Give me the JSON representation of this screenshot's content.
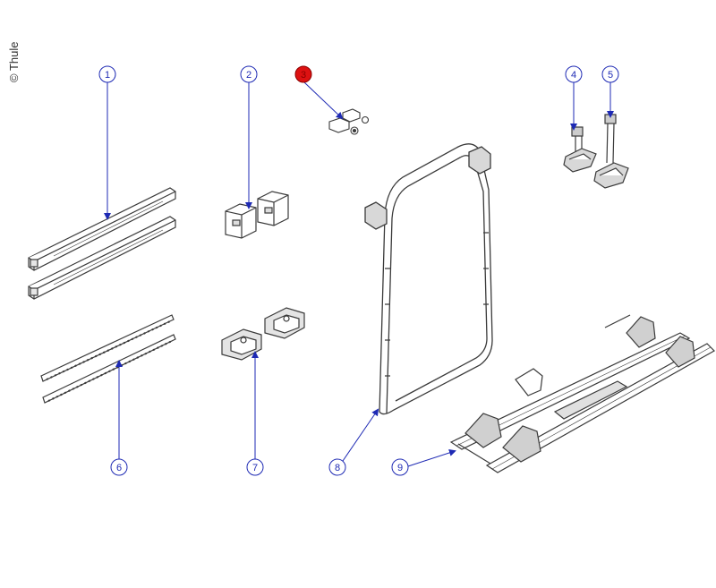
{
  "copyright": "© Thule",
  "colors": {
    "callout": "#1e2ab4",
    "highlight": "#dd1111",
    "parts": "#3a3a3a",
    "background": "#ffffff"
  },
  "callouts": [
    {
      "id": "1",
      "label": "1",
      "part": "rail-profiles",
      "highlighted": false
    },
    {
      "id": "2",
      "label": "2",
      "part": "rail-clips",
      "highlighted": false
    },
    {
      "id": "3",
      "label": "3",
      "part": "small-fasteners",
      "highlighted": true
    },
    {
      "id": "4",
      "label": "4",
      "part": "short-wheel-holder",
      "highlighted": false
    },
    {
      "id": "5",
      "label": "5",
      "part": "long-wheel-holder",
      "highlighted": false
    },
    {
      "id": "6",
      "label": "6",
      "part": "rubber-strips",
      "highlighted": false
    },
    {
      "id": "7",
      "label": "7",
      "part": "end-caps",
      "highlighted": false
    },
    {
      "id": "8",
      "label": "8",
      "part": "main-frame",
      "highlighted": false
    },
    {
      "id": "9",
      "label": "9",
      "part": "wheel-rail-platform",
      "highlighted": false
    }
  ]
}
